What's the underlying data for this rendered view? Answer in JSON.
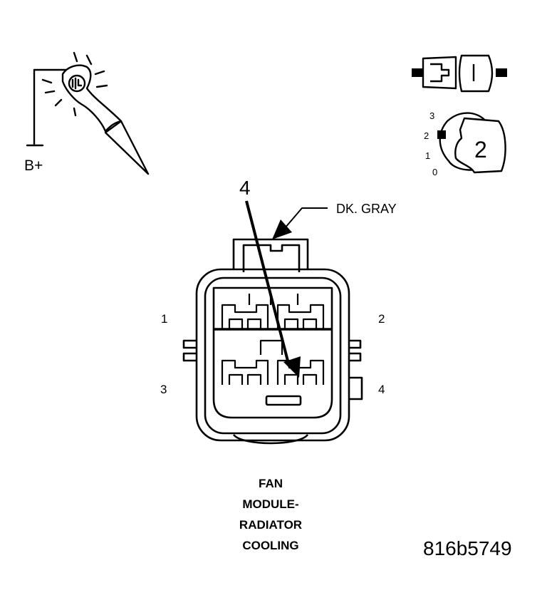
{
  "probe": {
    "supply_label": "B+"
  },
  "ignition": {
    "positions": [
      "3",
      "2",
      "1",
      "0"
    ],
    "selected_position": "2"
  },
  "connector": {
    "callout_cavity": "4",
    "wire_color_label": "DK. GRAY",
    "cavity_labels": [
      "1",
      "2",
      "3",
      "4"
    ]
  },
  "caption": {
    "lines": [
      "FAN",
      "MODULE-",
      "RADIATOR",
      "COOLING"
    ]
  },
  "figure_id": "816b5749"
}
